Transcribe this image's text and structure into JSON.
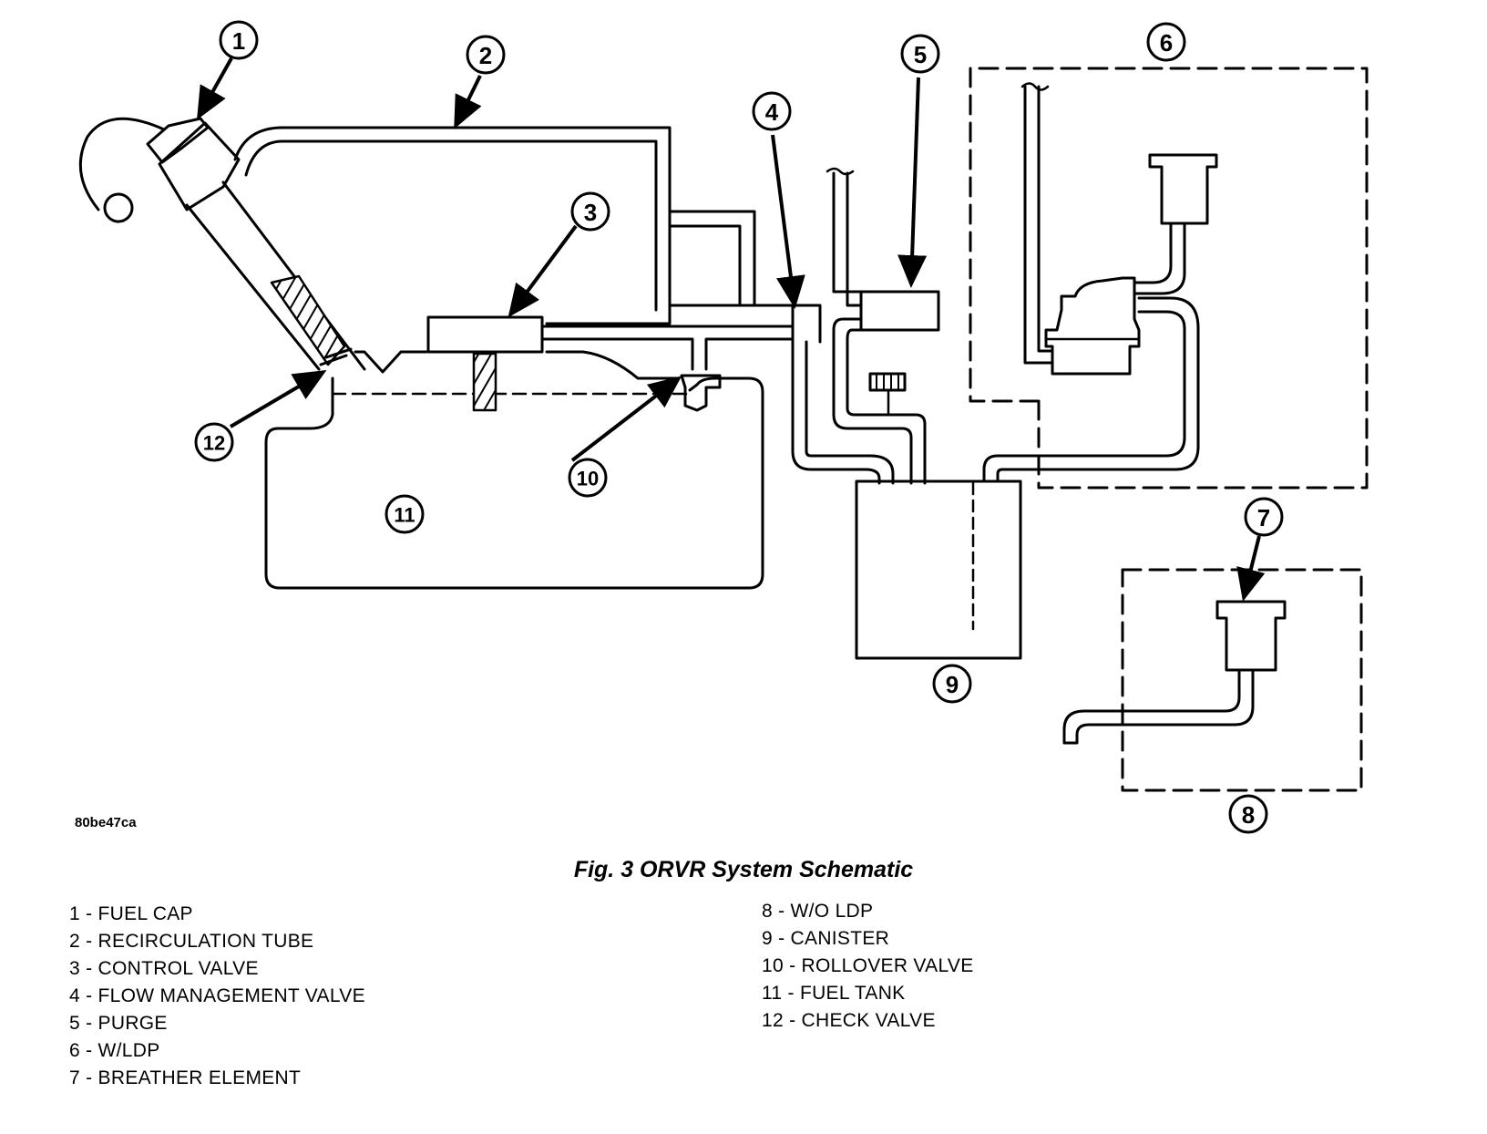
{
  "figure_id": "80be47ca",
  "title": "Fig. 3 ORVR System Schematic",
  "callouts": [
    "1",
    "2",
    "3",
    "4",
    "5",
    "6",
    "7",
    "8",
    "9",
    "10",
    "11",
    "12"
  ],
  "legend_left": [
    "1 - FUEL CAP",
    "2 - RECIRCULATION TUBE",
    "3 - CONTROL VALVE",
    "4 - FLOW MANAGEMENT VALVE",
    "5 - PURGE",
    "6 - W/LDP",
    "7 - BREATHER ELEMENT"
  ],
  "legend_right": [
    "8 - W/O LDP",
    "9 - CANISTER",
    "10 - ROLLOVER VALVE",
    "11 - FUEL TANK",
    "12 - CHECK VALVE"
  ]
}
